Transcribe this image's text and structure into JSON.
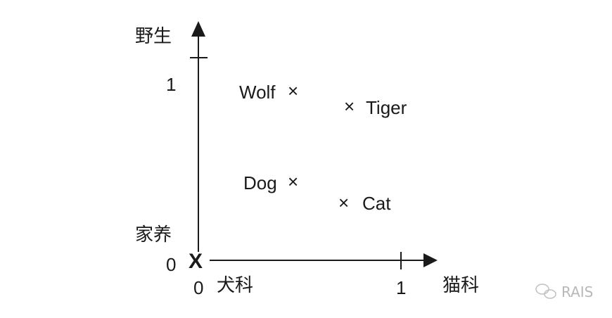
{
  "diagram": {
    "y_axis": {
      "top_label": "野生",
      "bottom_label": "家养",
      "tick_1": "1",
      "tick_0": "0"
    },
    "x_axis": {
      "left_label": "犬科",
      "right_label": "猫科",
      "tick_1": "1",
      "tick_0": "0"
    },
    "origin_marker": "X",
    "points": [
      {
        "label": "Wolf",
        "marker": "×"
      },
      {
        "label": "Tiger",
        "marker": "×"
      },
      {
        "label": "Dog",
        "marker": "×"
      },
      {
        "label": "Cat",
        "marker": "×"
      }
    ],
    "watermark": "RAIS",
    "colors": {
      "ink": "#1a1a1a",
      "watermark": "#b8b8b8"
    }
  }
}
